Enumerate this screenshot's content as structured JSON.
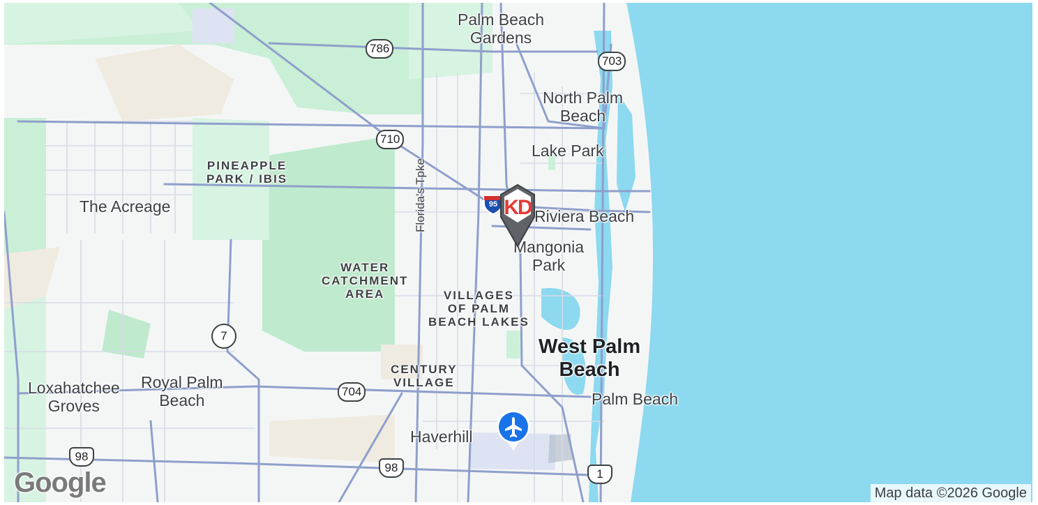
{
  "map": {
    "places": {
      "palm_beach_gardens": "Palm Beach\nGardens",
      "north_palm_beach": "North Palm\nBeach",
      "lake_park": "Lake Park",
      "pineapple_park": "PINEAPPLE\nPARK / IBIS",
      "the_acreage": "The Acreage",
      "riviera_beach": "Riviera Beach",
      "mangonia_park": "Mangonia\nPark",
      "water_catchment": "WATER\nCATCHMENT\nAREA",
      "villages": "VILLAGES\nOF PALM\nBEACH LAKES",
      "west_palm_beach": "West Palm\nBeach",
      "century_village": "CENTURY\nVILLAGE",
      "loxahatchee": "Loxahatchee\nGroves",
      "royal_palm": "Royal Palm\nBeach",
      "palm_beach": "Palm Beach",
      "haverhill": "Haverhill"
    },
    "roads": {
      "r786": "786",
      "r703": "703",
      "r710": "710",
      "r7": "7",
      "r704": "704",
      "us98_a": "98",
      "us98_b": "98",
      "us1": "1",
      "i95": "95",
      "turnpike": "Florida's Tpke"
    },
    "marker": {
      "icon": "kd-location-pin",
      "text": "KD",
      "color": "#e53935"
    },
    "airport_icon": "airplane-icon",
    "colors": {
      "water": "#8cd9f0",
      "park": "#c9efd6",
      "highway": "#8e9fcb",
      "land": "#f4f6f6"
    }
  },
  "branding": {
    "logo": "Google",
    "attribution": "Map data ©2026 Google"
  }
}
